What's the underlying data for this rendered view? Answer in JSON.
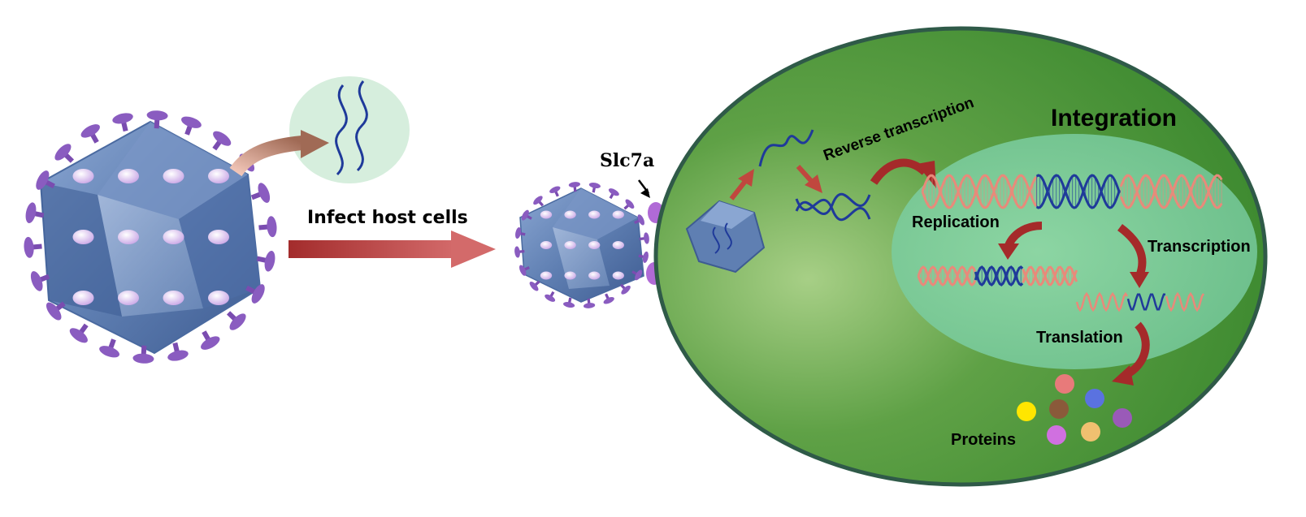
{
  "diagram": {
    "labels": {
      "infect": "Infect host cells",
      "receptor": "Slc7a",
      "reverse_transcription": "Reverse transcription",
      "integration": "Integration",
      "replication": "Replication",
      "transcription": "Transcription",
      "translation": "Translation",
      "proteins": "Proteins"
    },
    "colors": {
      "cell_fill": "#4f9a3a",
      "cell_border": "#2f5a48",
      "nucleus_fill": "#7ccf9e",
      "arrow_red": "#a52a2a",
      "virus_body": "#6a88b8",
      "spike": "#8a5cc0",
      "dna_blue": "#1f3a9a",
      "dna_pink": "#e88a7a",
      "rna_bubble": "#d6eedd"
    },
    "protein_colors": [
      "#e87a7a",
      "#ffe600",
      "#8a5a3a",
      "#5a72e0",
      "#9a5ab8",
      "#d070e0",
      "#f0c070"
    ]
  }
}
